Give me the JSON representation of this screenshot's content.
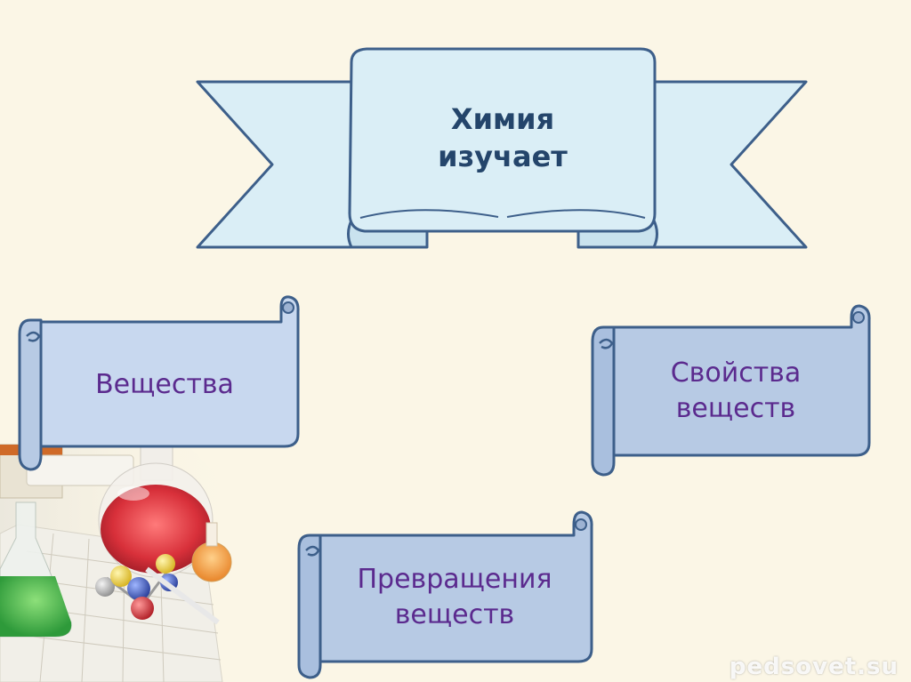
{
  "banner": {
    "title": "Химия\nизучает"
  },
  "scrolls": [
    {
      "label": "Вещества"
    },
    {
      "label": "Свойства\nвеществ"
    },
    {
      "label": "Превращения\nвеществ"
    }
  ],
  "watermark": "pedsovet.su",
  "colors": {
    "background": "#fbf6e6",
    "banner_fill": "#daeef6",
    "outline": "#3d5f8a",
    "scroll_fill_light": "#c8d8ef",
    "scroll_fill_dark": "#b7cae4",
    "title_text": "#24456b",
    "scroll_text": "#5b2a8e"
  }
}
